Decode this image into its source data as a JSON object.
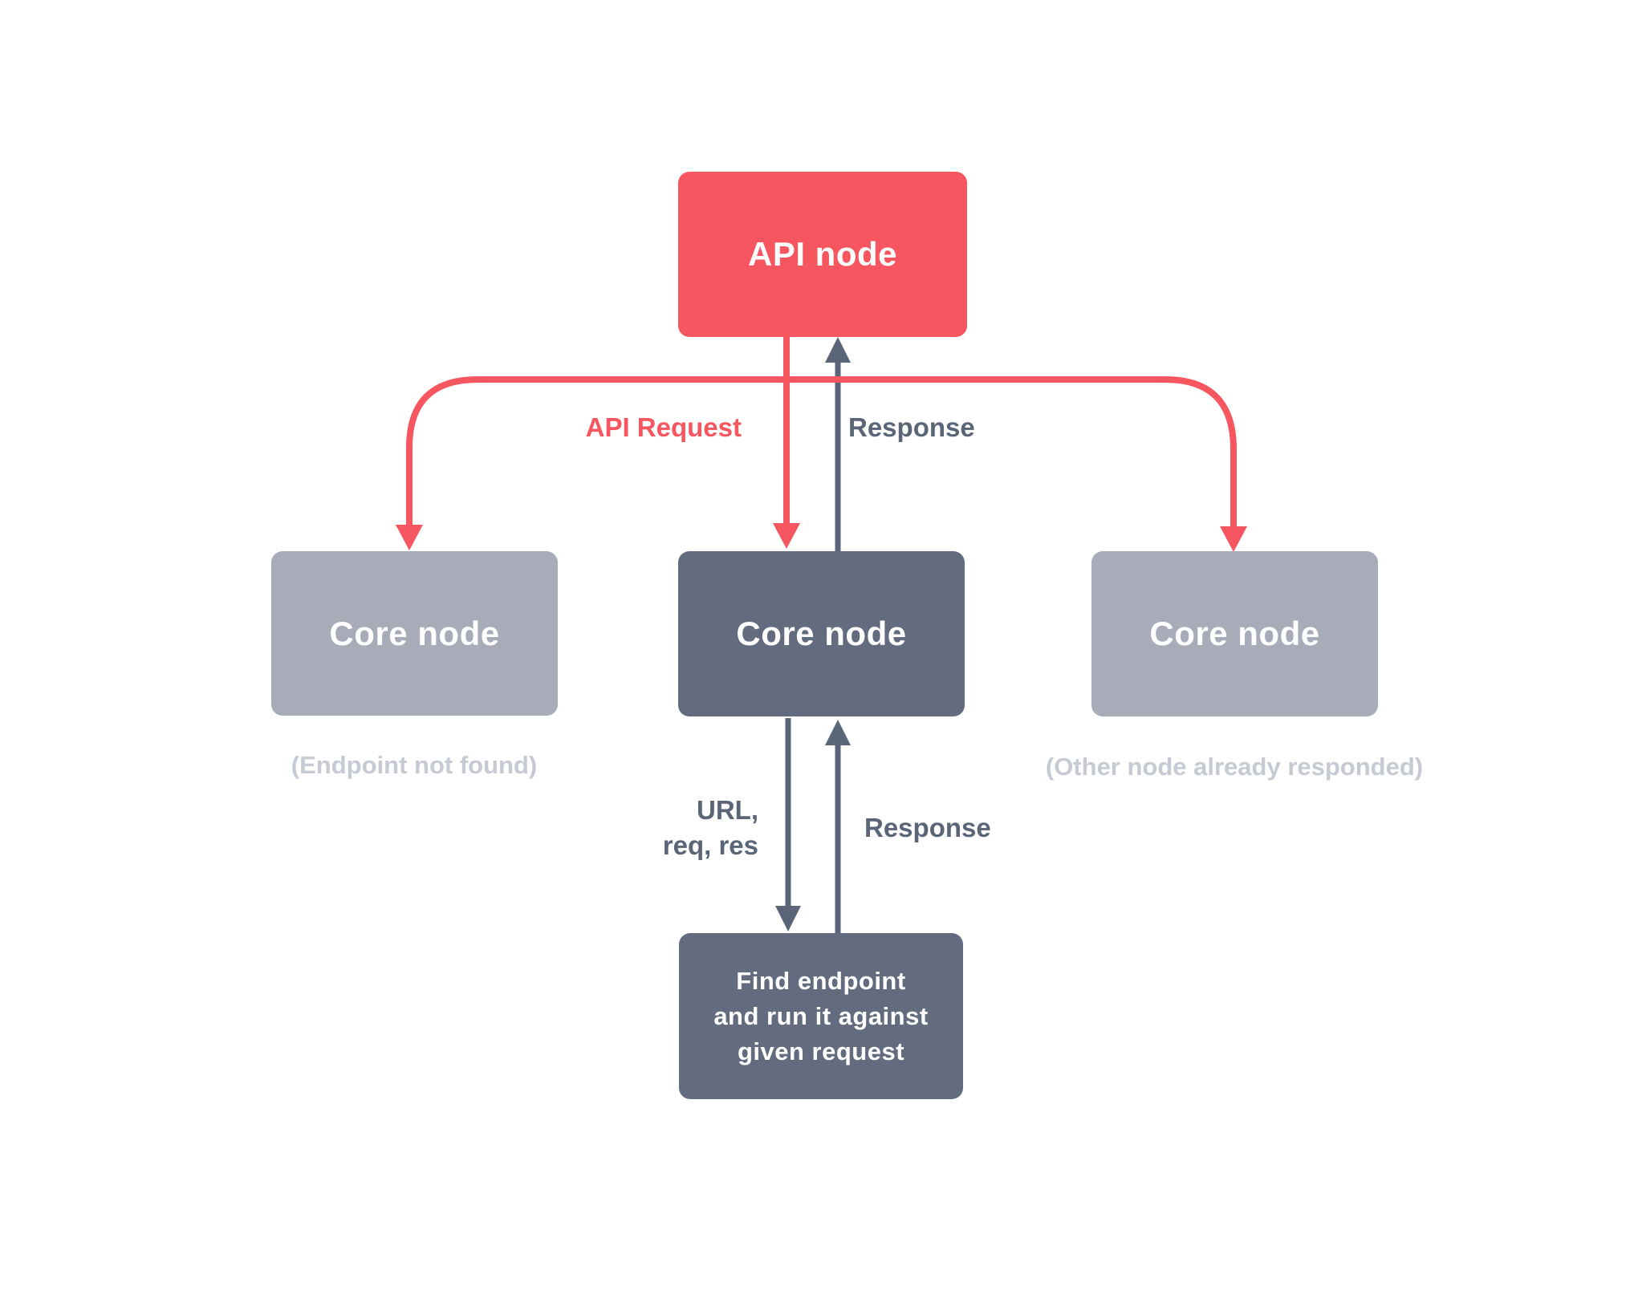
{
  "diagram": {
    "type": "flow-diagram",
    "background": "#ffffff"
  },
  "nodes": {
    "api": {
      "label": "API node",
      "fill": "#f5565f",
      "text_color": "#ffffff"
    },
    "core_left": {
      "label": "Core node",
      "fill": "#a7acb8",
      "text_color": "#ffffff",
      "caption": "(Endpoint not found)"
    },
    "core_center": {
      "label": "Core node",
      "fill": "#636c7e",
      "text_color": "#ffffff"
    },
    "core_right": {
      "label": "Core node",
      "fill": "#a7acb8",
      "text_color": "#ffffff",
      "caption": "(Other node already responded)"
    },
    "endpoint": {
      "lines": [
        "Find endpoint",
        "and run it against",
        "given request"
      ],
      "fill": "#636c7e",
      "text_color": "#ffffff"
    }
  },
  "edges": {
    "api_request": {
      "label": "API Request",
      "color": "#f5565f",
      "from": "api",
      "to": "core_left, core_center, core_right"
    },
    "response_top": {
      "label": "Response",
      "color": "#5a6577",
      "from": "core_center",
      "to": "api"
    },
    "url_req_res": {
      "lines": [
        "URL,",
        "req, res"
      ],
      "color": "#5a6577",
      "from": "core_center",
      "to": "endpoint"
    },
    "response_bottom": {
      "label": "Response",
      "color": "#5a6577",
      "from": "endpoint",
      "to": "core_center"
    }
  },
  "colors": {
    "red": "#f5565f",
    "slate_box": "#636c7e",
    "gray_box": "#a7acb8",
    "caption_gray": "#c5cad3",
    "slate_text": "#5a6577",
    "node_text": "#ffffff"
  }
}
